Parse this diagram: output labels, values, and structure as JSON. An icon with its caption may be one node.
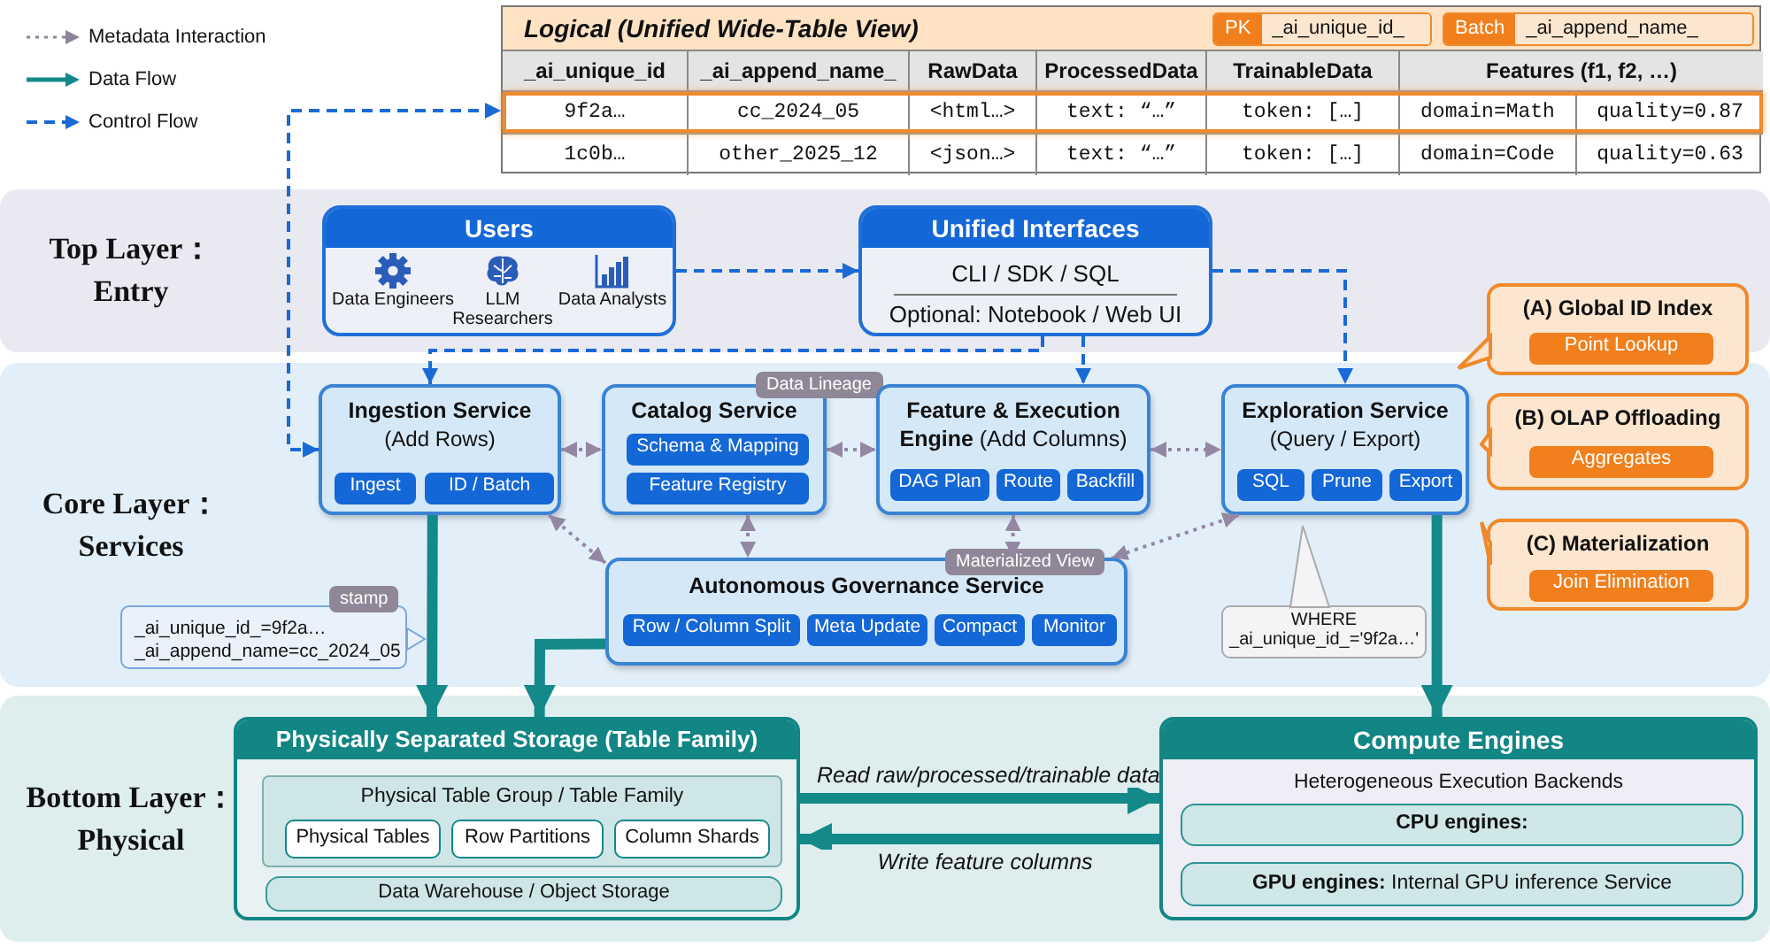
{
  "diagram": {
    "nodes": [
      {
        "text": [
          "Logical (Unified Wide-Table View)"
        ]
      },
      {
        "text": [
          "PK",
          "_ai_unique_id_"
        ],
        "in": 0
      },
      {
        "text": [
          "Batch",
          "_ai_append_name_"
        ],
        "in": 0
      },
      {
        "text": [],
        "shape": "box",
        "in": 0
      },
      {
        "text": [
          "Top Layer： Entry"
        ]
      },
      {
        "text": [
          "Users",
          "Data Engineers",
          "LLM Researchers",
          "Data Analysts"
        ],
        "in": 4
      },
      {
        "text": [
          "Unified Interfaces",
          "CLI / SDK / SQL",
          "Optional: Notebook / Web UI"
        ],
        "in": 4
      },
      {
        "text": [
          "Core Layer： Services"
        ]
      },
      {
        "text": [
          "Ingestion Service",
          "(Add Rows)"
        ],
        "in": 7
      },
      {
        "text": [
          "Ingest"
        ],
        "in": 8
      },
      {
        "text": [
          "ID / Batch"
        ],
        "in": 8
      },
      {
        "text": [
          "Catalog Service"
        ],
        "beside": [
          "Data Lineage"
        ],
        "in": 7
      },
      {
        "text": [
          "Schema & Mapping"
        ],
        "in": 11
      },
      {
        "text": [
          "Feature Registry"
        ],
        "in": 11
      },
      {
        "text": [
          "**Feature & Execution Engine** (Add Columns)"
        ],
        "in": 7
      },
      {
        "text": [
          "DAG Plan"
        ],
        "in": 14
      },
      {
        "text": [
          "Route"
        ],
        "in": 14
      },
      {
        "text": [
          "Backfill"
        ],
        "in": 14
      },
      {
        "text": [
          "Exploration Service",
          "(Query / Export)"
        ],
        "in": 7
      },
      {
        "text": [
          "SQL"
        ],
        "in": 18
      },
      {
        "text": [
          "Prune"
        ],
        "in": 18
      },
      {
        "text": [
          "Export"
        ],
        "in": 18
      },
      {
        "text": [
          "Autonomous Governance Service"
        ],
        "beside": [
          "Materialized View"
        ],
        "in": 7
      },
      {
        "text": [
          "Row / Column Split"
        ],
        "in": 22
      },
      {
        "text": [
          "Meta Update"
        ],
        "in": 22
      },
      {
        "text": [
          "Compact"
        ],
        "in": 22
      },
      {
        "text": [
          "Monitor"
        ],
        "in": 22
      },
      {
        "text": [
          "_ai_unique_id_=9f2a…",
          "_ai_append_name=cc_2024_05"
        ],
        "beside": [
          "stamp"
        ],
        "in": 7
      },
      {
        "text": [
          "WHERE _ai_unique_id_='9f2a…'"
        ],
        "in": 7
      },
      {
        "text": [
          "(A) Global ID Index"
        ]
      },
      {
        "text": [
          "Point Lookup"
        ],
        "in": 29
      },
      {
        "text": [
          "(B) OLAP Offloading"
        ],
        "in": 7
      },
      {
        "text": [
          "Aggregates"
        ],
        "in": 31
      },
      {
        "text": [
          "(C) Materialization"
        ],
        "in": 7
      },
      {
        "text": [
          "Join Elimination"
        ],
        "in": 33
      },
      {
        "text": [
          "Bottom Layer： Physical"
        ]
      },
      {
        "text": [
          "Physically Separated Storage (Table Family)"
        ],
        "in": 35
      },
      {
        "text": [
          "Physical Table Group / Table Family"
        ],
        "in": 36
      },
      {
        "text": [
          "Physical Tables"
        ],
        "in": 37
      },
      {
        "text": [
          "Row Partitions"
        ],
        "in": 37
      },
      {
        "text": [
          "Column Shards"
        ],
        "in": 37
      },
      {
        "text": [
          "Data Warehouse / Object Storage"
        ],
        "in": 36
      },
      {
        "text": [
          "Compute Engines",
          "Heterogeneous Execution Backends"
        ],
        "in": 35
      },
      {
        "text": [
          "CPU engines:"
        ],
        "in": 42
      },
      {
        "text": [
          "**GPU engines:** Internal GPU inference Service"
        ],
        "in": 42
      }
    ],
    "edges": [
      {
        "from": 8,
        "to": 3,
        "arrow": "both",
        "style": "dashed",
        "color": "#1a6ad6"
      },
      {
        "from": 5,
        "to": 6,
        "arrow": "to",
        "style": "dashed",
        "color": "#1a6ad6"
      },
      {
        "from": 6,
        "to": 8,
        "arrow": "to",
        "style": "dashed",
        "color": "#1a6ad6"
      },
      {
        "from": 6,
        "to": 14,
        "arrow": "to",
        "style": "dashed",
        "color": "#1a6ad6"
      },
      {
        "from": 6,
        "to": 18,
        "arrow": "to",
        "style": "dashed",
        "color": "#1a6ad6"
      },
      {
        "from": 8,
        "to": 11,
        "arrow": "both",
        "style": "dashed"
      },
      {
        "from": 11,
        "to": 14,
        "arrow": "both",
        "style": "dashed"
      },
      {
        "from": 14,
        "to": 18,
        "arrow": "both",
        "style": "dashed"
      },
      {
        "from": 8,
        "to": 22,
        "arrow": "both",
        "style": "dashed"
      },
      {
        "from": 11,
        "to": 22,
        "arrow": "both",
        "style": "dashed"
      },
      {
        "from": 14,
        "to": 22,
        "arrow": "both",
        "style": "dashed"
      },
      {
        "from": 18,
        "to": 22,
        "arrow": "both",
        "style": "dashed"
      },
      {
        "from": 8,
        "to": 36,
        "arrow": "to",
        "style": "thick",
        "color": "#13898a"
      },
      {
        "from": 22,
        "to": 36,
        "arrow": "to",
        "style": "thick",
        "color": "#13898a"
      },
      {
        "from": 18,
        "to": 42,
        "arrow": "to",
        "style": "thick",
        "color": "#13898a"
      },
      {
        "from": 36,
        "to": 42,
        "arrow": "to",
        "label": "Read raw/processed/trainable data",
        "style": "thick",
        "color": "#13898a"
      },
      {
        "from": 42,
        "to": 36,
        "arrow": "to",
        "label": "Write feature columns",
        "style": "thick",
        "color": "#13898a"
      }
    ],
    "labels": [
      "_ai_unique_id",
      "_ai_append_name_",
      "RawData",
      "ProcessedData",
      "TrainableData",
      "Features (f1, f2, …)",
      "9f2a…",
      "cc_2024_05",
      "<html…>",
      "text: “…”",
      "token: […]",
      "domain=Math",
      "quality=0.87",
      "1c0b…",
      "other_2025_12",
      "<json…>",
      "text: “…”",
      "token: […]",
      "domain=Code",
      "quality=0.63"
    ],
    "legend": [
      {
        "text": "Metadata Interaction"
      },
      {
        "text": "Data Flow"
      },
      {
        "text": "Control Flow"
      }
    ]
  }
}
